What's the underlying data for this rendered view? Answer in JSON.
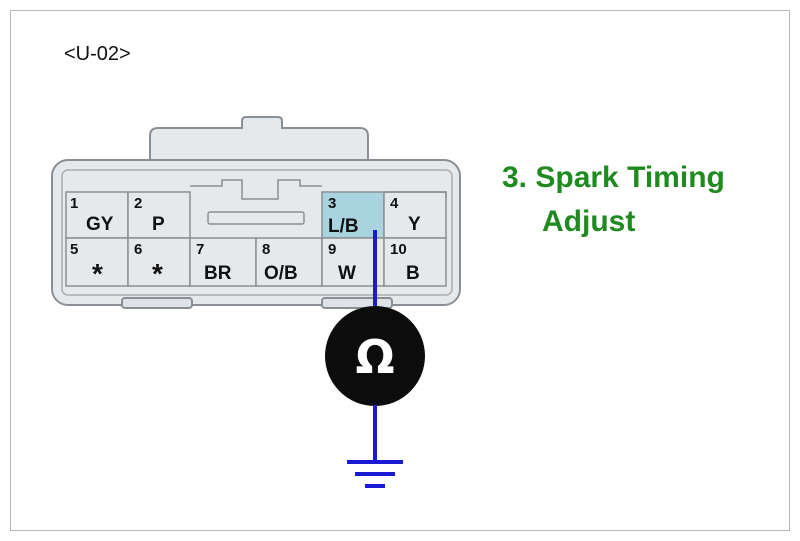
{
  "connector_code": "<U-02>",
  "title": {
    "line1": "3. Spark Timing",
    "line2": "Adjust"
  },
  "pins": [
    {
      "number": "1",
      "color": "GY",
      "highlighted": false
    },
    {
      "number": "2",
      "color": "P",
      "highlighted": false
    },
    {
      "number": "3",
      "color": "L/B",
      "highlighted": true
    },
    {
      "number": "4",
      "color": "Y",
      "highlighted": false
    },
    {
      "number": "5",
      "color": "*",
      "highlighted": false
    },
    {
      "number": "6",
      "color": "*",
      "highlighted": false
    },
    {
      "number": "7",
      "color": "BR",
      "highlighted": false
    },
    {
      "number": "8",
      "color": "O/B",
      "highlighted": false
    },
    {
      "number": "9",
      "color": "W",
      "highlighted": false
    },
    {
      "number": "10",
      "color": "B",
      "highlighted": false
    }
  ],
  "meter_symbol": "Ω",
  "colors": {
    "title": "#1f8a1f",
    "probe_wire": "#1a1ad6",
    "pin_highlight": "#a9d3df",
    "connector_fill": "#e6e9ec",
    "meter": "#0c0c0c"
  },
  "icons": {
    "meter": "ohmmeter-icon",
    "ground": "ground-icon"
  }
}
